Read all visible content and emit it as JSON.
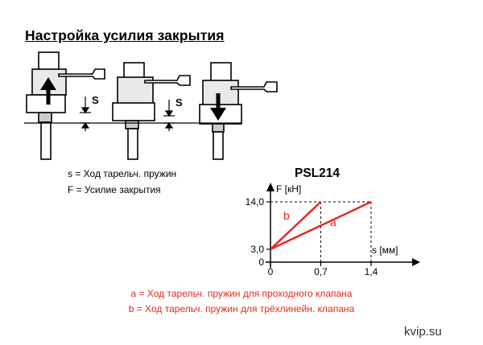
{
  "title": "Настройка усилия закрытия",
  "diagram": {
    "stroke_label_1": "S",
    "stroke_label_2": "S"
  },
  "legend": {
    "s": "s = Ход тарельч. пружин",
    "f": "F = Усилие закрытия"
  },
  "chart_title": "PSL214",
  "chart_data": {
    "type": "line",
    "xlabel": "s [мм]",
    "ylabel": "F [кН]",
    "x_ticks": [
      "0",
      "0,7",
      "1,4"
    ],
    "y_ticks": [
      "0",
      "3,0",
      "14,0"
    ],
    "xlim": [
      0,
      1.4
    ],
    "ylim": [
      0,
      14.0
    ],
    "series": [
      {
        "name": "a",
        "color": "#e8281e",
        "points": [
          [
            0,
            3.0
          ],
          [
            1.4,
            14.0
          ]
        ]
      },
      {
        "name": "b",
        "color": "#e8281e",
        "points": [
          [
            0,
            3.0
          ],
          [
            0.7,
            14.0
          ]
        ]
      }
    ],
    "guides": {
      "dashed": true,
      "x": [
        0.7,
        1.4
      ],
      "y": 14.0
    }
  },
  "notes": {
    "a": "a = Ход тарельч. пружин для проходного клапана",
    "b": "b = Ход тарельч. пружин для трёхлинейн. клапана"
  },
  "watermark": "kvip.su",
  "colors": {
    "accent": "#e8281e",
    "ink": "#000000"
  }
}
